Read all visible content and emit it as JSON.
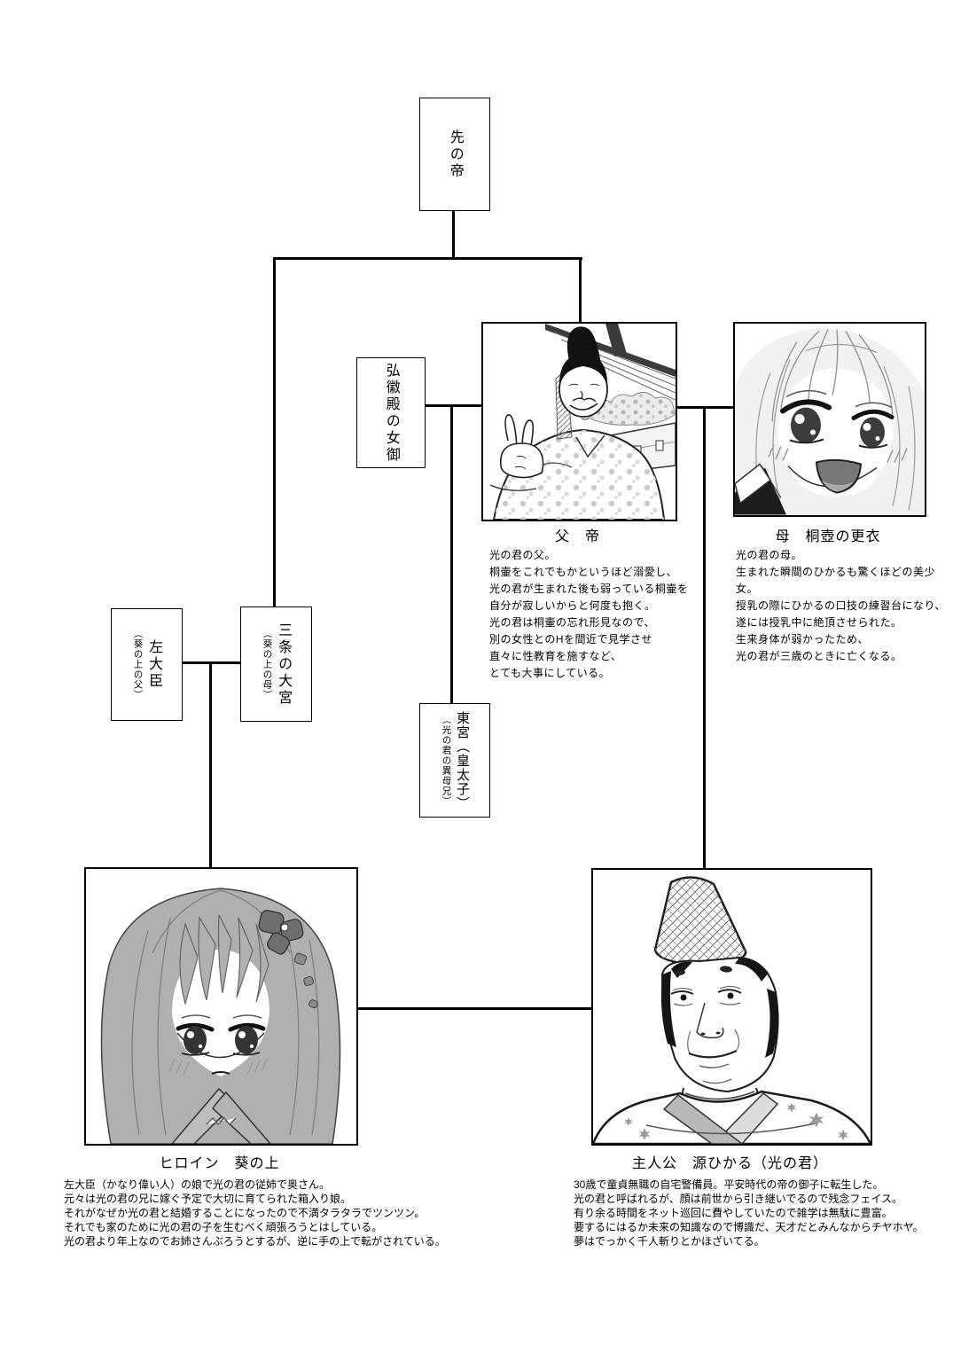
{
  "page": {
    "background": "#ffffff",
    "line_color": "#000000"
  },
  "tree": {
    "boxes": {
      "previous_emperor": {
        "label": "先の帝"
      },
      "kokiden": {
        "label": "弘徽殿の女御"
      },
      "sadaijin": {
        "label": "左大臣",
        "sub": "（葵の上の父）"
      },
      "sanjo_omiya": {
        "label": "三条の大宮",
        "sub": "（葵の上の母）"
      },
      "togu": {
        "label": "東宮（皇太子）",
        "sub": "（光の君の異母兄）"
      }
    },
    "portraits": {
      "father": {
        "caption": "父　帝",
        "description": "光の君の父。\n桐壷をこれでもかというほど溺愛し、\n光の君が生まれた後も弱っている桐壷を\n自分が寂しいからと何度も抱く。\n光の君は桐壷の忘れ形見なので、\n別の女性とのHを間近で見学させ\n直々に性教育を施すなど、\nとても大事にしている。"
      },
      "mother": {
        "caption": "母　桐壺の更衣",
        "description": "光の君の母。\n生まれた瞬間のひかるも驚くほどの美少女。\n授乳の際にひかるの口技の練習台になり、\n遂には授乳中に絶頂させられた。\n生来身体が弱かったため、\n光の君が三歳のときに亡くなる。"
      },
      "aoi": {
        "caption": "ヒロイン　葵の上",
        "description": "左大臣（かなり偉い人）の娘で光の君の従姉で奥さん。\n元々は光の君の兄に嫁ぐ予定で大切に育てられた箱入り娘。\nそれがなぜか光の君と結婚することになったので不満タラタラでツンツン。\nそれでも家のために光の君の子を生むべく頑張ろうとはしている。\n光の君より年上なのでお姉さんぶろうとするが、逆に手の上で転がされている。"
      },
      "hikaru": {
        "caption": "主人公　源ひかる（光の君）",
        "description": "30歳で童貞無職の自宅警備員。平安時代の帝の御子に転生した。\n光の君と呼ばれるが、顔は前世から引き継いでるので残念フェイス。\n有り余る時間をネット巡回に費やしていたので雑学は無駄に豊富。\n要するにはるか未来の知識なので博識だ、天才だとみんなからチヤホヤ。\n夢はでっかく千人斬りとかほざいてる。"
      }
    }
  }
}
